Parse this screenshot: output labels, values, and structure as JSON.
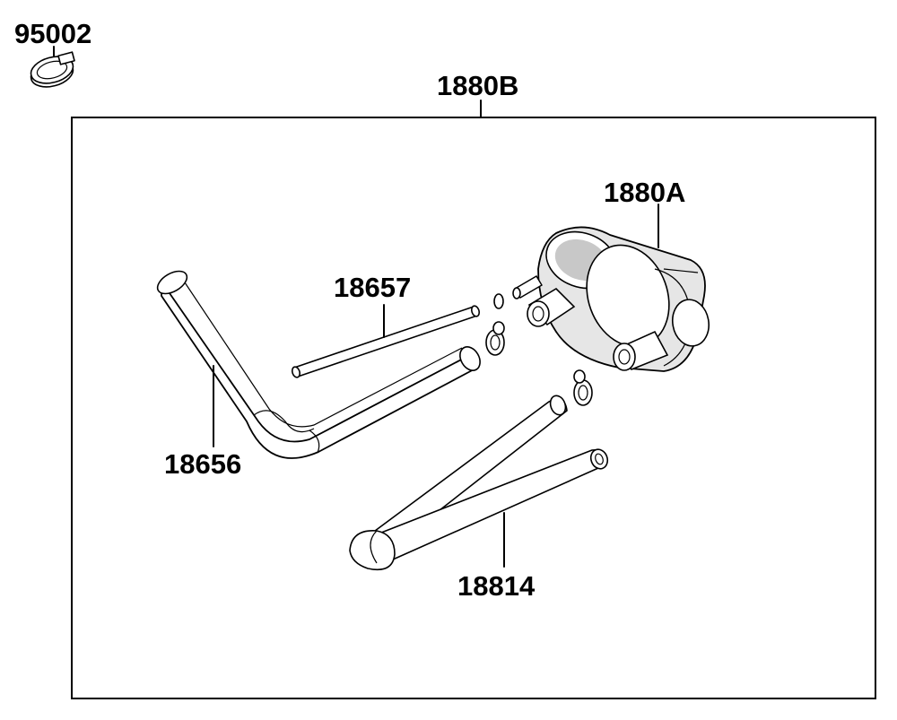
{
  "labels": {
    "clamp": "95002",
    "assembly": "1880B",
    "pump": "1880A",
    "small_hose": "18657",
    "bent_hose": "18656",
    "y_hose": "18814"
  }
}
